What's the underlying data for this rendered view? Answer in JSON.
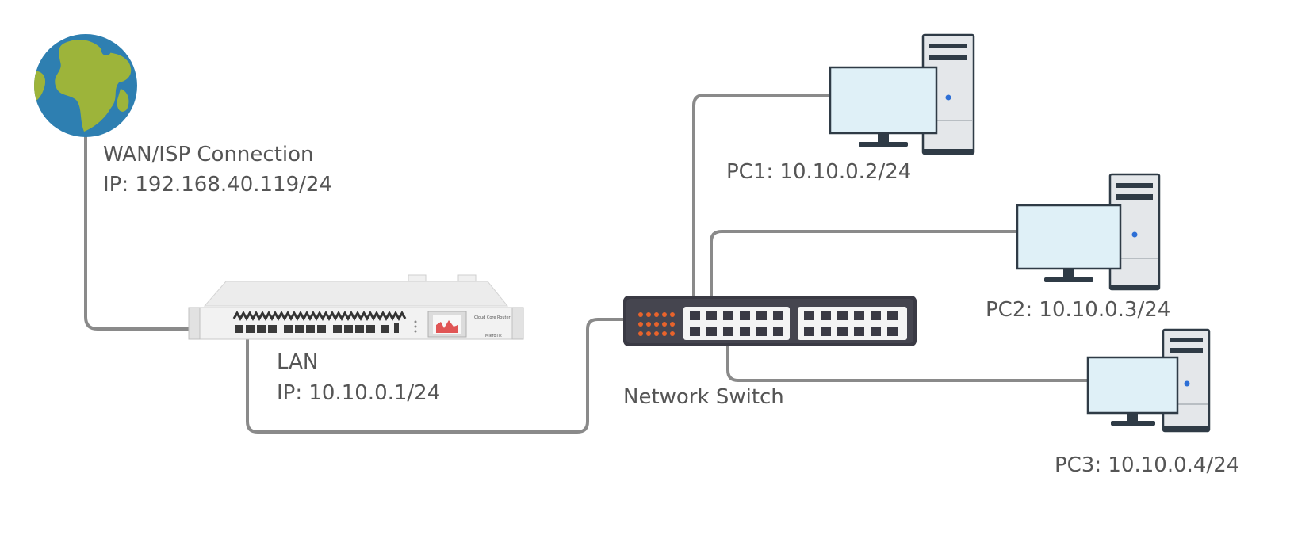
{
  "wan": {
    "line1": "WAN/ISP Connection",
    "line2": "IP: 192.168.40.119/24"
  },
  "lan": {
    "line1": "LAN",
    "line2": "IP: 10.10.0.1/24"
  },
  "switch": {
    "label": "Network Switch"
  },
  "pcs": [
    {
      "label": "PC1: 10.10.0.2/24"
    },
    {
      "label": "PC2: 10.10.0.3/24"
    },
    {
      "label": "PC3: 10.10.0.4/24"
    }
  ],
  "router_brand": {
    "model_text": "Cloud Core Router",
    "brand_text": "MikroTik"
  },
  "colors": {
    "wire": "#8a8a8a",
    "label": "#555555",
    "ocean": "#2e7fb1",
    "land": "#9db43a",
    "monitor_screen": "#dff0f7",
    "monitor_frame": "#2f3b46",
    "switch_body": "#3a3a44",
    "switch_led": "#e8632b",
    "router_body": "#eeeeee"
  }
}
